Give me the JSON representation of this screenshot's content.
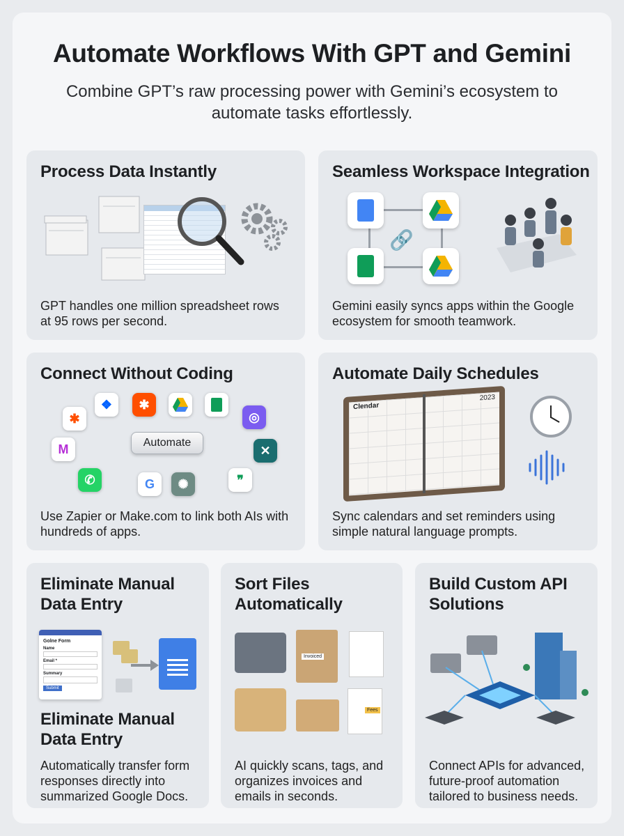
{
  "header": {
    "title": "Automate Workflows With GPT and Gemini",
    "subtitle": "Combine GPT’s raw processing power with Gemini’s ecosystem to automate tasks effortlessly."
  },
  "cards": [
    {
      "title": "Process Data Instantly",
      "text": "GPT handles one million spreadsheet rows at 95 rows per second."
    },
    {
      "title": "Seamless Workspace Integration",
      "text": "Gemini easily syncs apps within the Google ecosystem for smooth teamwork."
    },
    {
      "title": "Connect Without Coding",
      "text": "Use Zapier or Make.com to link both AIs with hundreds of apps.",
      "hub_label": "Automate"
    },
    {
      "title": "Automate Daily Schedules",
      "text": "Sync calendars and set reminders using simple natural language prompts.",
      "calendar_label": "Clendar",
      "calendar_year": "2023"
    },
    {
      "title": "Eliminate Manual Data Entry",
      "subtitle": "Eliminate Manual Data Entry",
      "text": "Automatically transfer form responses directly into summarized Google Docs.",
      "form": {
        "title": "Golne Form",
        "fields": [
          "Name",
          "Email *",
          "Summary"
        ],
        "button": "Submit"
      }
    },
    {
      "title": "Sort Files Automatically",
      "text": "AI quickly scans, tags, and organizes invoices and emails in seconds.",
      "tags": [
        "Invoiced",
        "Fees"
      ]
    },
    {
      "title": "Build Custom API Solutions",
      "text": "Connect APIs for advanced, future-proof automation tailored to business needs."
    }
  ],
  "colors": {
    "accent_blue": "#4285f4",
    "green": "#0f9d58",
    "yellow": "#f4b400",
    "red": "#db4437"
  }
}
